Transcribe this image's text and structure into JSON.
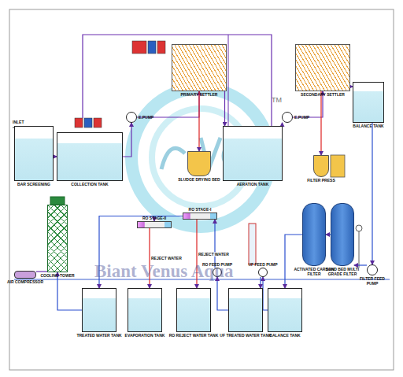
{
  "diagram": {
    "nodes": [
      {
        "text": [
          "BAR SCREENING"
        ]
      },
      {
        "text": [
          "COLLECTION TANK"
        ]
      },
      {
        "text": [
          "E.PUMP"
        ]
      },
      {
        "text": [
          "PRIMARY SETTLER"
        ]
      },
      {
        "text": [
          "SLUDGE DRYING BED"
        ]
      },
      {
        "text": [
          "AERATION TANK"
        ]
      },
      {
        "text": [
          "E.PUMP"
        ]
      },
      {
        "text": [
          "SECONDARY SETTLER"
        ]
      },
      {
        "text": [
          "FILTER PRESS"
        ]
      },
      {
        "text": [
          "BALANCE TANK"
        ]
      },
      {
        "text": [
          "FILTER FEED PUMP"
        ]
      },
      {
        "text": [
          "SAND BED MULTI GRADE FILTER"
        ]
      },
      {
        "text": [
          "ACTIVATED CARBON FILTER"
        ]
      },
      {
        "text": [
          "BALANCE TANK"
        ]
      },
      {
        "text": [
          "UF FEED PUMP"
        ]
      },
      {
        "text": [
          "UF TREATED WATER TANK"
        ]
      },
      {
        "text": [
          "RO FEED PUMP"
        ]
      },
      {
        "text": [
          "RO STAGE-I"
        ]
      },
      {
        "text": [
          "RO STAGE-II"
        ]
      },
      {
        "text": [
          "RO REJECT WATER TANK"
        ]
      },
      {
        "text": [
          "EVAPORATION TANK"
        ]
      },
      {
        "text": [
          "TREATED WATER TANK"
        ]
      },
      {
        "text": [
          "COOLING TOWER"
        ]
      },
      {
        "text": [
          "AIR COMPRESSOR"
        ]
      }
    ],
    "edges": [
      {
        "from": 0,
        "to": 1,
        "arrow": "to"
      },
      {
        "from": 1,
        "to": 2,
        "arrow": "to"
      },
      {
        "from": 2,
        "to": 3,
        "arrow": "to"
      },
      {
        "from": 3,
        "to": 5,
        "arrow": "to"
      },
      {
        "from": 3,
        "to": 4,
        "arrow": "to"
      },
      {
        "from": 5,
        "to": 6,
        "arrow": "to"
      },
      {
        "from": 6,
        "to": 7,
        "arrow": "to"
      },
      {
        "from": 7,
        "to": 9,
        "arrow": "to"
      },
      {
        "from": 7,
        "to": 8,
        "arrow": "to"
      },
      {
        "from": 9,
        "to": 10,
        "arrow": "to"
      },
      {
        "from": 10,
        "to": 11,
        "arrow": "to"
      },
      {
        "from": 11,
        "to": 12,
        "arrow": "to"
      },
      {
        "from": 12,
        "to": 13,
        "arrow": "to"
      },
      {
        "from": 13,
        "to": 14,
        "arrow": "to"
      },
      {
        "from": 14,
        "to": 15,
        "arrow": "to"
      },
      {
        "from": 15,
        "to": 16,
        "arrow": "to"
      },
      {
        "from": 16,
        "to": 17,
        "arrow": "to"
      },
      {
        "from": 17,
        "to": 18,
        "arrow": "to"
      },
      {
        "from": 17,
        "to": 19,
        "label": "REJECT WATER",
        "arrow": "to"
      },
      {
        "from": 18,
        "to": 20,
        "label": "REJECT WATER",
        "arrow": "to"
      },
      {
        "from": 17,
        "to": 21,
        "arrow": "to"
      },
      {
        "from": 21,
        "to": 22,
        "arrow": "to"
      },
      {
        "from": 23,
        "to": 22,
        "arrow": "none"
      }
    ],
    "labels": [
      "INLET",
      "TM",
      "Biant Venus Aqua"
    ]
  }
}
